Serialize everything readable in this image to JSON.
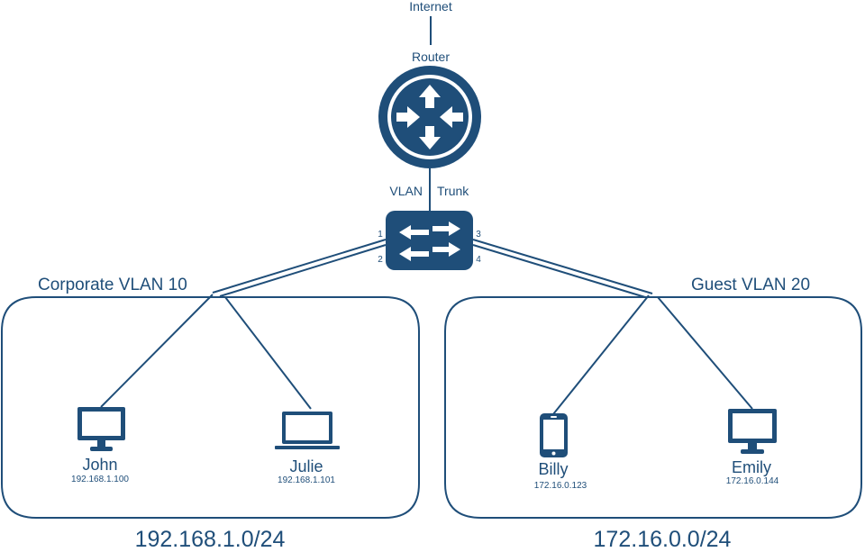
{
  "internet": {
    "label": "Internet"
  },
  "router": {
    "label": "Router"
  },
  "trunk": {
    "label_left": "VLAN",
    "label_right": "Trunk"
  },
  "switch": {
    "ports": [
      "1",
      "2",
      "3",
      "4"
    ]
  },
  "vlans": [
    {
      "label": "Corporate VLAN 10",
      "subnet": "192.168.1.0/24",
      "hosts": [
        {
          "name": "John",
          "ip": "192.168.1.100",
          "device": "desktop-icon"
        },
        {
          "name": "Julie",
          "ip": "192.168.1.101",
          "device": "laptop-icon"
        }
      ]
    },
    {
      "label": "Guest VLAN 20",
      "subnet": "172.16.0.0/24",
      "hosts": [
        {
          "name": "Billy",
          "ip": "172.16.0.123",
          "device": "phone-icon"
        },
        {
          "name": "Emily",
          "ip": "172.16.0.144",
          "device": "desktop-icon"
        }
      ]
    }
  ],
  "colors": {
    "primary": "#1f4e79"
  }
}
